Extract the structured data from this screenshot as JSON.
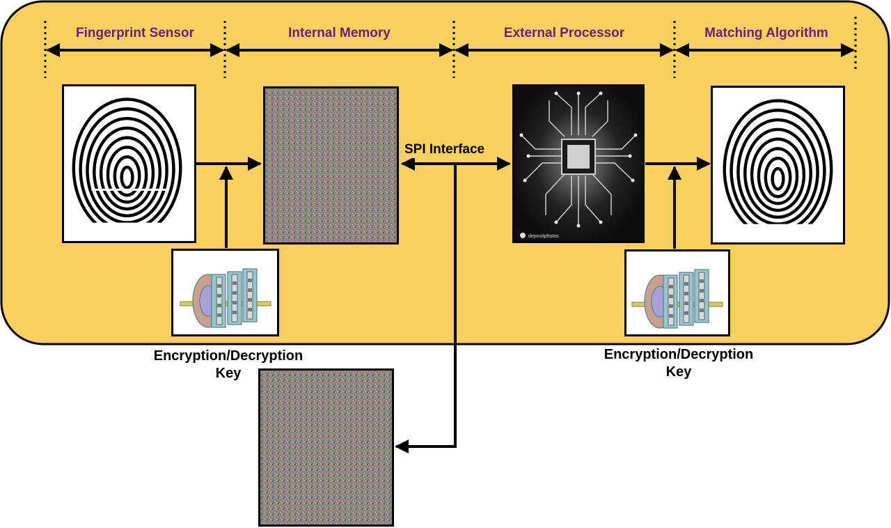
{
  "colors": {
    "panel": "#f8d060",
    "stage_label": "#6b1f73",
    "arrow": "#000000",
    "disk": "#9ac5cf"
  },
  "stages": [
    {
      "label": "Fingerprint Sensor"
    },
    {
      "label": "Internal Memory"
    },
    {
      "label": "External Processor"
    },
    {
      "label": "Matching Algorithm"
    }
  ],
  "interface_label": "SPI Interface",
  "key_caption_left": {
    "line1": "Encryption/Decryption",
    "line2": "Key"
  },
  "key_caption_right": {
    "line1": "Encryption/Decryption",
    "line2": "Key"
  },
  "icons": {
    "fingerprint": "fingerprint-icon",
    "encrypted_data": "encrypted-noise-image",
    "processor": "processor-chip-icon",
    "cipher_wheel": "cipher-wheel-icon"
  },
  "processor_watermark": "depositphotos"
}
